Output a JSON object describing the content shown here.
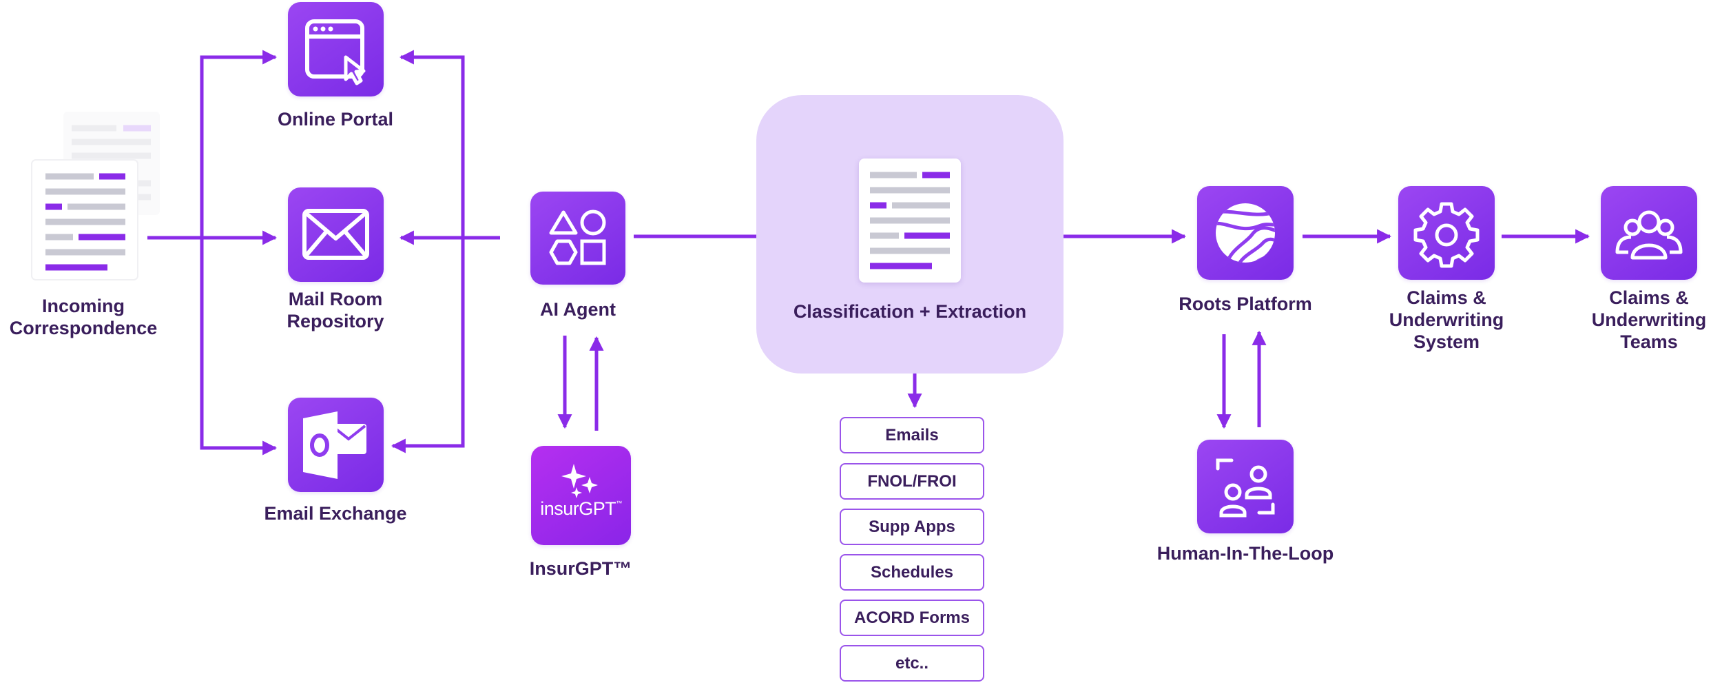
{
  "colors": {
    "arrow": "#8a2be8",
    "tile": "#8f3cef",
    "panel": "#e4d4fb",
    "text": "#3a1e5c"
  },
  "nodes": {
    "incoming": {
      "label_line1": "Incoming",
      "label_line2": "Correspondence",
      "icon": "document-stack-icon"
    },
    "online_portal": {
      "label": "Online Portal",
      "icon": "browser-cursor-icon"
    },
    "mail_room": {
      "label_line1": "Mail Room",
      "label_line2": "Repository",
      "icon": "envelope-icon"
    },
    "email_exchange": {
      "label": "Email Exchange",
      "icon": "outlook-icon"
    },
    "ai_agent": {
      "label": "AI Agent",
      "icon": "shapes-icon"
    },
    "insurgpt": {
      "label": "InsurGPT™",
      "logo_text": "insurGPT",
      "logo_mark": "™",
      "icon": "sparkles-icon"
    },
    "classification": {
      "label": "Classification + Extraction",
      "icon": "document-icon"
    },
    "roots": {
      "label": "Roots Platform",
      "icon": "roots-globe-icon"
    },
    "hitl": {
      "label": "Human-In-The-Loop",
      "icon": "people-frame-icon"
    },
    "claims_system": {
      "label_line1": "Claims &",
      "label_line2": "Underwriting",
      "label_line3": "System",
      "icon": "gear-icon"
    },
    "claims_teams": {
      "label_line1": "Claims &",
      "label_line2": "Underwriting",
      "label_line3": "Teams",
      "icon": "team-icon"
    }
  },
  "doc_types": [
    "Emails",
    "FNOL/FROI",
    "Supp Apps",
    "Schedules",
    "ACORD Forms",
    "etc.."
  ]
}
